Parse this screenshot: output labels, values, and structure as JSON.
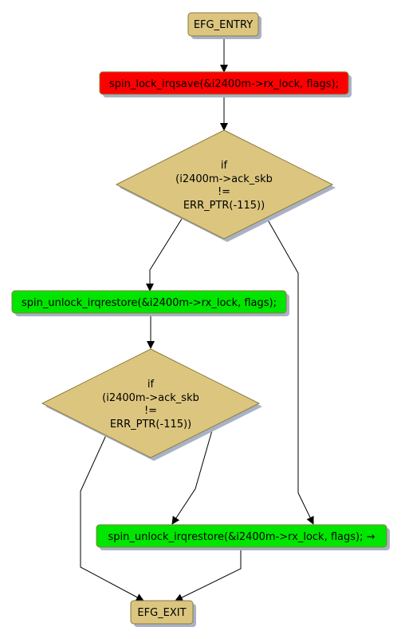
{
  "colors": {
    "entry_exit_fill": "#dcc67f",
    "decision_fill": "#dcc67f",
    "lock_fill": "#ff0000",
    "unlock_fill": "#00e600",
    "shadow": "#a9b2c4",
    "stroke": "#8a7a40",
    "edge": "#000000"
  },
  "nodes": {
    "entry": {
      "label": "EFG_ENTRY"
    },
    "lock": {
      "label": "spin_lock_irqsave(&i2400m->rx_lock, flags);"
    },
    "decision1": {
      "lines": [
        "if",
        "(i2400m->ack_skb",
        "!=",
        "ERR_PTR(-115))"
      ]
    },
    "unlock1": {
      "label": "spin_unlock_irqrestore(&i2400m->rx_lock, flags);"
    },
    "decision2": {
      "lines": [
        "if",
        "(i2400m->ack_skb",
        "!=",
        "ERR_PTR(-115))"
      ]
    },
    "unlock2": {
      "label": "spin_unlock_irqrestore(&i2400m->rx_lock, flags); →"
    },
    "exit": {
      "label": "EFG_EXIT"
    }
  }
}
